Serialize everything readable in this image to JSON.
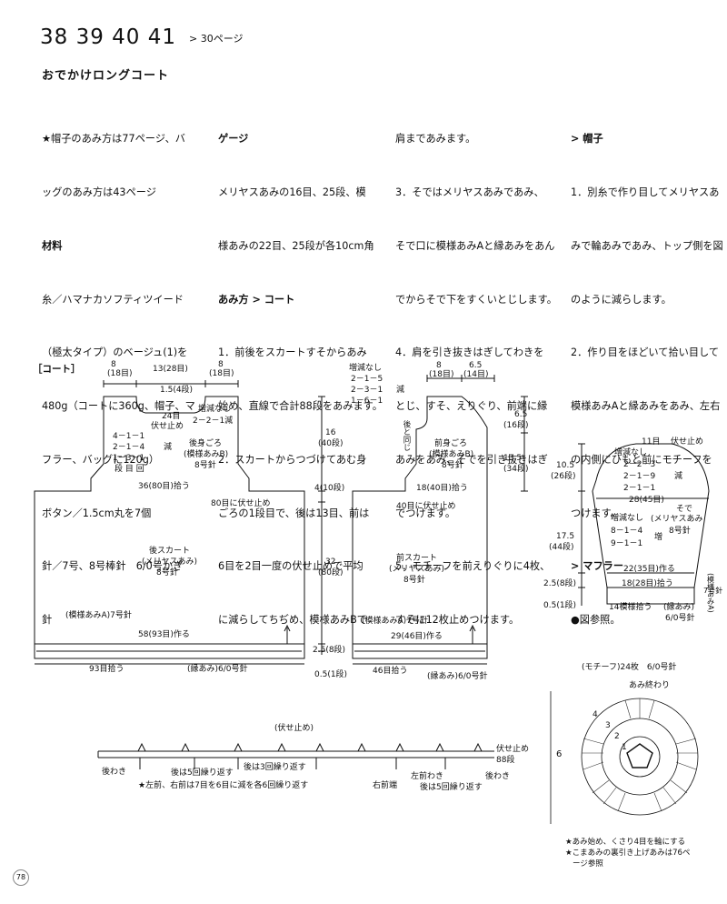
{
  "header": {
    "numbers": "38 39 40 41",
    "ref": "> 30ページ"
  },
  "title": "おでかけロングコート",
  "col1": [
    "★帽子のあみ方は77ページ、バ",
    "ッグのあみ方は43ページ",
    "材料",
    "糸／ハマナカソフティツイード",
    "（極太タイプ）のベージュ(1)を",
    "480g（コートに360g、帽子、マ",
    "フラー、バッグに120g）",
    "ボタン／1.5cm丸を7個",
    "針／7号、8号棒針　6/0号かぎ",
    "針"
  ],
  "col2": [
    "ゲージ",
    "メリヤスあみの16目、25段、模",
    "様あみの22目、25段が各10cm角",
    "あみ方 > コート",
    "1．前後をスカートすそからあみ",
    "始め、直線で合計88段をあみます。",
    "2．スカートからつづけてあむ身",
    "ごろの1段目で、後は13目、前は",
    "6目を2目一度の伏せ止めで平均",
    "に減らしてちぢめ、模様あみBで"
  ],
  "col3": [
    "肩まであみます。",
    "3．そではメリヤスあみであみ、",
    "そで口に模様あみAと縁あみをあん",
    "でからそで下をすくいとじします。",
    "4．肩を引き抜きはぎしてわきを",
    "とじ、すそ、えりぐり、前端に縁",
    "あみをあみ、そでを引き抜きはぎ",
    "でつけます。",
    "5．モチーフを前えりぐりに4枚、",
    "すそに12枚止めつけます。"
  ],
  "col4": [
    "> 帽子",
    "1．別糸で作り目してメリヤスあ",
    "みで輪あみであみ、トップ側を図",
    "のように減らします。",
    "2．作り目をほどいて拾い目して",
    "模様あみAと縁あみをあみ、左右",
    "の内側にひもと前にモチーフを",
    "つけます。",
    "> マフラー",
    "●図参照。"
  ],
  "diagram": {
    "section_label": "［コート］",
    "back": {
      "top_left": "8",
      "top_left_sts": "(18目)",
      "top_mid": "13(28目)",
      "top_right": "8",
      "top_right_sts": "(18目)",
      "neck_rows": "1.5(4段)",
      "neck_sts": "24目",
      "neck_bind": "伏せ止め",
      "neck_dec": "2－2－1減",
      "no_change": "増減なし",
      "arm_dec_1": "4－1－1",
      "arm_dec_2": "2－1－4",
      "arm_dec_3": "1－3－1",
      "arm_dec_4": "段 目 回",
      "arm_dec_label": "減",
      "bodice": "後身ごろ",
      "bodice_pattern": "(模様あみB)",
      "bodice_needle": "8号針",
      "pickup": "36(80目)拾う",
      "bind_off": "80目に伏せ止め",
      "skirt": "後スカート",
      "skirt_stitch": "(メリヤスあみ)",
      "skirt_needle": "8号針",
      "hem_pattern": "(模様あみA)7号針",
      "hem_cast": "58(93目)作る",
      "hem_pick": "93目拾う",
      "hem_edge": "(縁あみ)6/0号針"
    },
    "front": {
      "dec_title": "増減なし",
      "dec_1": "2－1－5",
      "dec_2": "2－3－1",
      "dec_3": "1－6－1",
      "dec_label": "減",
      "top_a": "8",
      "top_a_sts": "(18目)",
      "top_b": "6.5",
      "top_b_sts": "(14目)",
      "h1": "16",
      "h1_rows": "(40段)",
      "h2": "4(10段)",
      "h3": "32",
      "h3_rows": "(80段)",
      "h4": "2.5(8段)",
      "h5": "0.5(1段)",
      "r1": "6.5",
      "r1_rows": "(16段)",
      "r2": "13.5",
      "r2_rows": "(34段)",
      "same_as_back": "後と同じ",
      "bodice": "前身ごろ",
      "bodice_pattern": "(模様あみB)",
      "bodice_needle": "8号針",
      "pickup": "18(40目)拾う",
      "bind_off": "40目に伏せ止め",
      "skirt": "前スカート",
      "skirt_stitch": "(メリヤスあみ)",
      "skirt_needle": "8号針",
      "hem_pattern": "(模様あみA)7号針",
      "hem_cast": "29(46目)作る",
      "hem_pick": "46目拾う",
      "hem_edge": "(縁あみ)6/0号針"
    },
    "sleeve": {
      "top_bind": "11目",
      "top_bind2": "伏せ止め",
      "no_change": "増減なし",
      "dec_1": "2－2－3",
      "dec_2": "2－1－9",
      "dec_3": "2－1－1",
      "dec_label": "減",
      "width": "28(45目)",
      "h1": "10.5",
      "h1_rows": "(26段)",
      "h2": "17.5",
      "h2_rows": "(44段)",
      "h3": "2.5(8段)",
      "h4": "0.5(1段)",
      "name": "そで",
      "stitch": "(メリヤスあみ",
      "needle": "8号針",
      "no_change2": "増減なし",
      "inc_1": "8－1－4",
      "inc_2": "9－1－1",
      "inc_label": "増",
      "cuff": "22(35目)作る",
      "cuff2": "18(28目)拾う",
      "cuff_pick": "14模様拾う",
      "cuff_edge": "(縁あみ)",
      "cuff_needle": "6/0号針",
      "side_a": "(模様あみA)",
      "side_b": "7号針"
    },
    "chart": {
      "label": "(伏せ止め)",
      "left_edge": "後わき",
      "rep1": "後は5回繰り返す",
      "rep2": "後は3回繰り返す",
      "note": "★左前、右前は7目を6目に減を各6回繰り返す",
      "right_front": "右前端",
      "left_front": "左前わき",
      "rep3": "後は5回繰り返す",
      "right_edge": "後わき",
      "bind": "伏せ止め",
      "count": "88段"
    },
    "motif": {
      "title": "(モチーフ)24枚　6/0号針",
      "end": "あみ終わり",
      "size": "6",
      "r1": "1",
      "r2": "2",
      "r3": "3",
      "r4": "4",
      "note1": "★あみ始め、くさり4目を輪にする",
      "note2": "★こまあみの裏引き上げあみは76ペ",
      "note3": "ージ参照"
    }
  },
  "page_number": "78"
}
